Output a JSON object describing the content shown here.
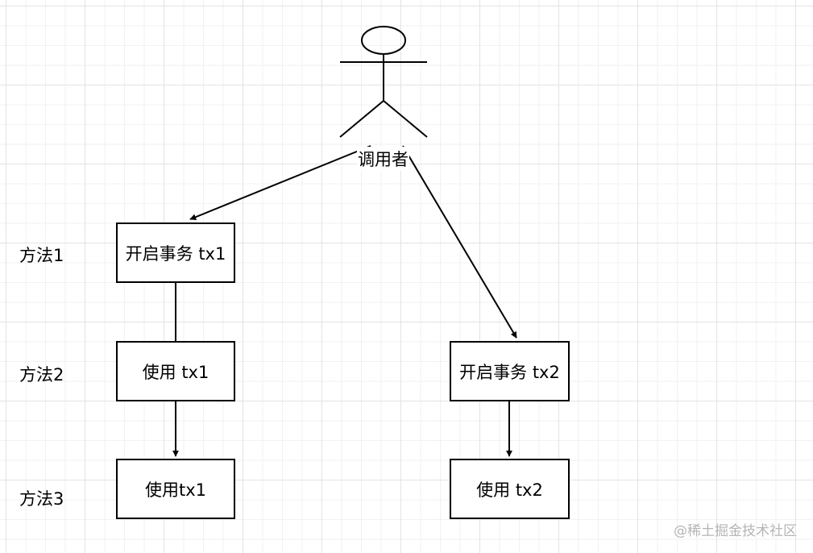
{
  "actor": {
    "label": "调用者"
  },
  "row_labels": [
    "方法1",
    "方法2",
    "方法3"
  ],
  "nodes": {
    "begin_tx1": "开启事务 tx1",
    "use_tx1_m2": "使用 tx1",
    "use_tx1_m3": "使用tx1",
    "begin_tx2": "开启事务 tx2",
    "use_tx2": "使用 tx2"
  },
  "watermark": "@稀土掘金技术社区",
  "colors": {
    "stroke": "#000000",
    "grid": "#e3e3e3",
    "watermark": "#b5b5b5"
  }
}
